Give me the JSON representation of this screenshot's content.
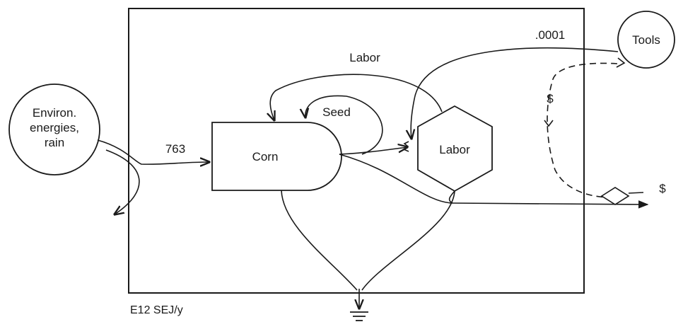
{
  "diagram": {
    "sources": {
      "environ_line1": "Environ.",
      "environ_line2": "energies,",
      "environ_line3": "rain",
      "tools": "Tools"
    },
    "storage": {
      "corn": "Corn"
    },
    "consumer": {
      "labor": "Labor"
    },
    "flows": {
      "environ_to_corn": "763",
      "tools_to_labor": ".0001",
      "labor_feedback": "Labor",
      "seed_feedback": "Seed",
      "money_in": "$",
      "money_out": "$"
    },
    "units": "E12 SEJ/y"
  }
}
